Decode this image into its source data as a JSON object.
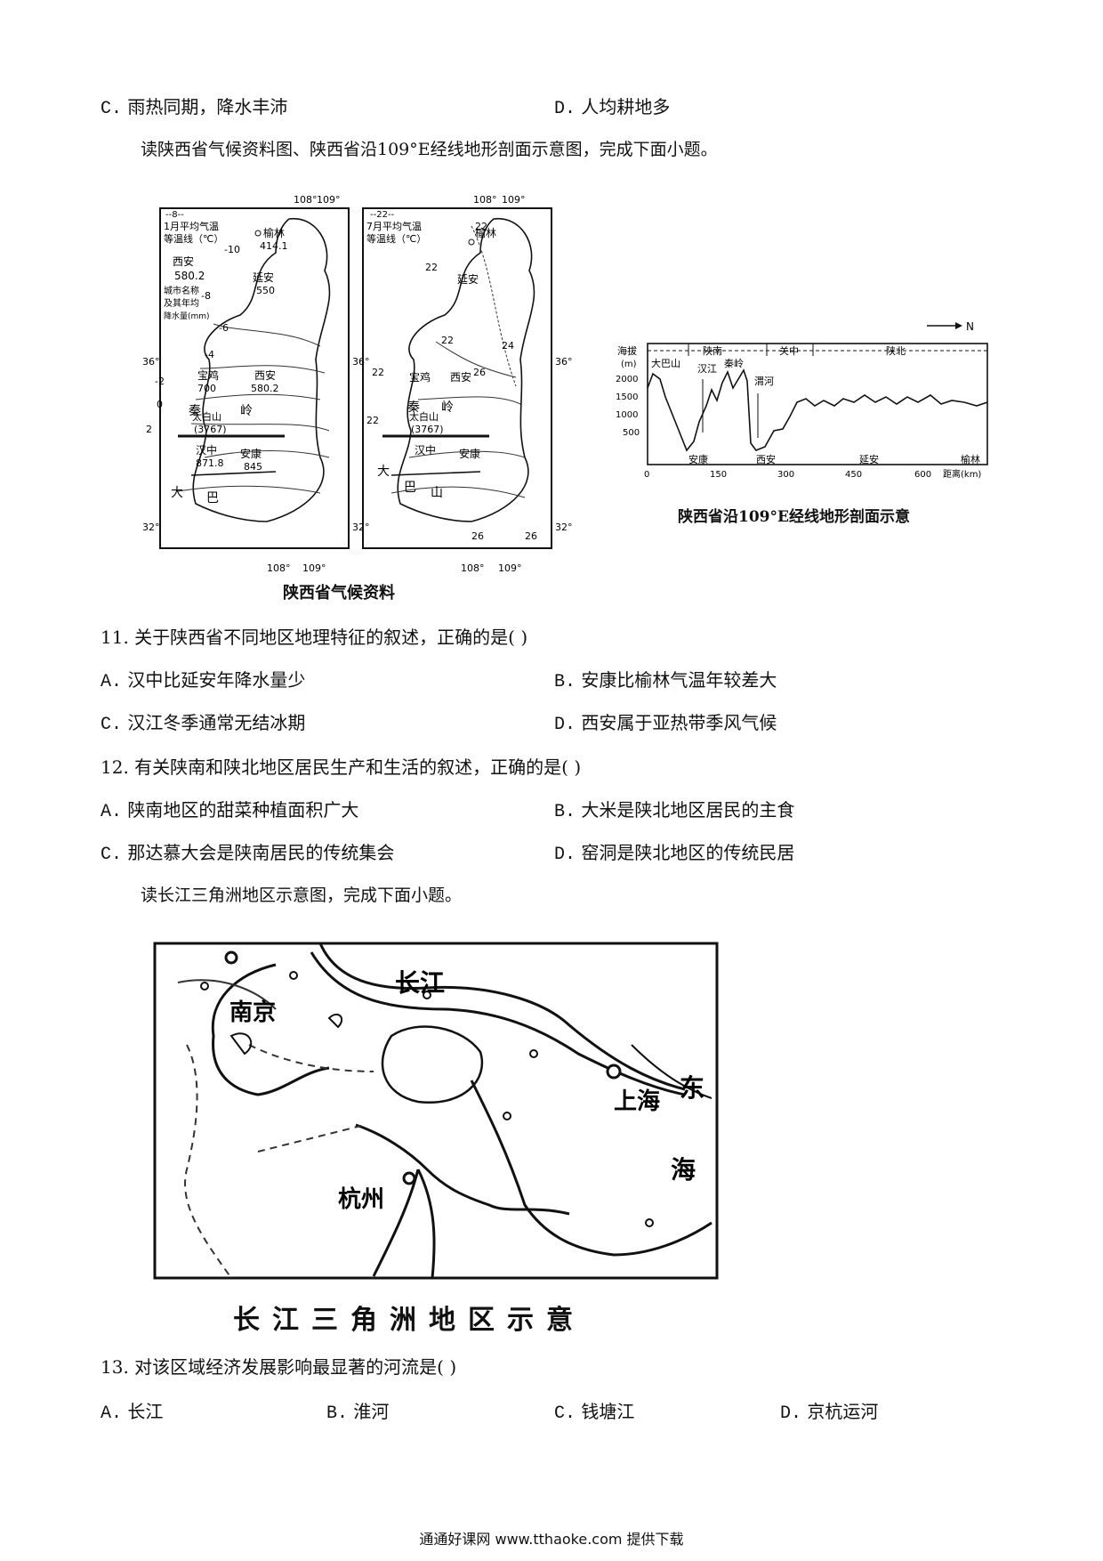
{
  "prev_options": {
    "c": {
      "label": "C.",
      "text": "雨热同期，降水丰沛"
    },
    "d": {
      "label": "D.",
      "text": "人均耕地多"
    }
  },
  "intro1": "读陕西省气候资料图、陕西省沿109°E经线地形剖面示意图，完成下面小题。",
  "fig1": {
    "caption": "陕西省气候资料",
    "map_jan": {
      "legend_line": "--8--",
      "legend_title1": "1月平均气温",
      "legend_title2": "等温线（℃）",
      "sample_city": "西安",
      "sample_value": "580.2",
      "sample_note1": "城市名称",
      "sample_note2": "及其年均",
      "sample_note3": "降水量(mm)",
      "lon108": "108°",
      "lon109": "109°",
      "lat36": "36°",
      "lat32": "32°",
      "isotherms": [
        "-10",
        "-8",
        "-6",
        "-4",
        "-2",
        "0",
        "2"
      ],
      "cities": [
        {
          "name": "榆林",
          "value": "414.1"
        },
        {
          "name": "延安",
          "value": "550"
        },
        {
          "name": "宝鸡",
          "value": "700"
        },
        {
          "name": "西安",
          "value": "580.2"
        },
        {
          "name": "太白山",
          "value": "(3767)"
        },
        {
          "name": "汉中",
          "value": "871.8"
        },
        {
          "name": "安康",
          "value": "845"
        }
      ],
      "mountains": [
        "秦",
        "岭",
        "大",
        "巴"
      ]
    },
    "map_jul": {
      "legend_line": "--22--",
      "legend_title1": "7月平均气温",
      "legend_title2": "等温线（℃）",
      "lon108": "108°",
      "lon109": "109°",
      "lat36": "36°",
      "lat32": "32°",
      "isotherms": [
        "22",
        "22",
        "22",
        "24",
        "22",
        "26",
        "22",
        "26",
        "26"
      ],
      "cities": [
        {
          "name": "榆林"
        },
        {
          "name": "延安"
        },
        {
          "name": "宝鸡"
        },
        {
          "name": "西安"
        },
        {
          "name": "太白山",
          "value": "(3767)"
        },
        {
          "name": "汉中"
        },
        {
          "name": "安康"
        }
      ],
      "mountains": [
        "秦",
        "岭",
        "大",
        "巴",
        "山"
      ]
    }
  },
  "fig2": {
    "caption": "陕西省沿109°E经线地形剖面示意",
    "north": "N",
    "ylabel": "海拔",
    "yunit": "(m)",
    "yticks": [
      "2000",
      "1500",
      "1000",
      "500"
    ],
    "xticks": [
      "0",
      "150",
      "300",
      "450",
      "600"
    ],
    "xlabel": "距离(km)",
    "regions": [
      "陕南",
      "关中",
      "陕北"
    ],
    "features": [
      "大巴山",
      "汉江",
      "秦岭",
      "渭河"
    ],
    "cities": [
      "安康",
      "西安",
      "延安",
      "榆林"
    ]
  },
  "q11": {
    "stem": "11. 关于陕西省不同地区地理特征的叙述，正确的是(    )",
    "options": [
      {
        "label": "A.",
        "text": "汉中比延安年降水量少"
      },
      {
        "label": "B.",
        "text": "安康比榆林气温年较差大"
      },
      {
        "label": "C.",
        "text": "汉江冬季通常无结冰期"
      },
      {
        "label": "D.",
        "text": "西安属于亚热带季风气候"
      }
    ]
  },
  "q12": {
    "stem": "12. 有关陕南和陕北地区居民生产和生活的叙述，正确的是(    )",
    "options": [
      {
        "label": "A.",
        "text": "陕南地区的甜菜种植面积广大"
      },
      {
        "label": "B.",
        "text": "大米是陕北地区居民的主食"
      },
      {
        "label": "C.",
        "text": "那达慕大会是陕南居民的传统集会"
      },
      {
        "label": "D.",
        "text": "窑洞是陕北地区的传统民居"
      }
    ]
  },
  "intro2": "读长江三角洲地区示意图，完成下面小题。",
  "fig3": {
    "caption": "长江三角洲地区示意",
    "labels": {
      "river": "长江",
      "nanjing": "南京",
      "shanghai": "上海",
      "hangzhou": "杭州",
      "east": "东",
      "sea": "海"
    }
  },
  "q13": {
    "stem": "13. 对该区域经济发展影响最显著的河流是(    )",
    "options": [
      {
        "label": "A.",
        "text": "长江"
      },
      {
        "label": "B.",
        "text": "淮河"
      },
      {
        "label": "C.",
        "text": "钱塘江"
      },
      {
        "label": "D.",
        "text": "京杭运河"
      }
    ]
  },
  "footer": "通通好课网 www.tthaoke.com 提供下载"
}
